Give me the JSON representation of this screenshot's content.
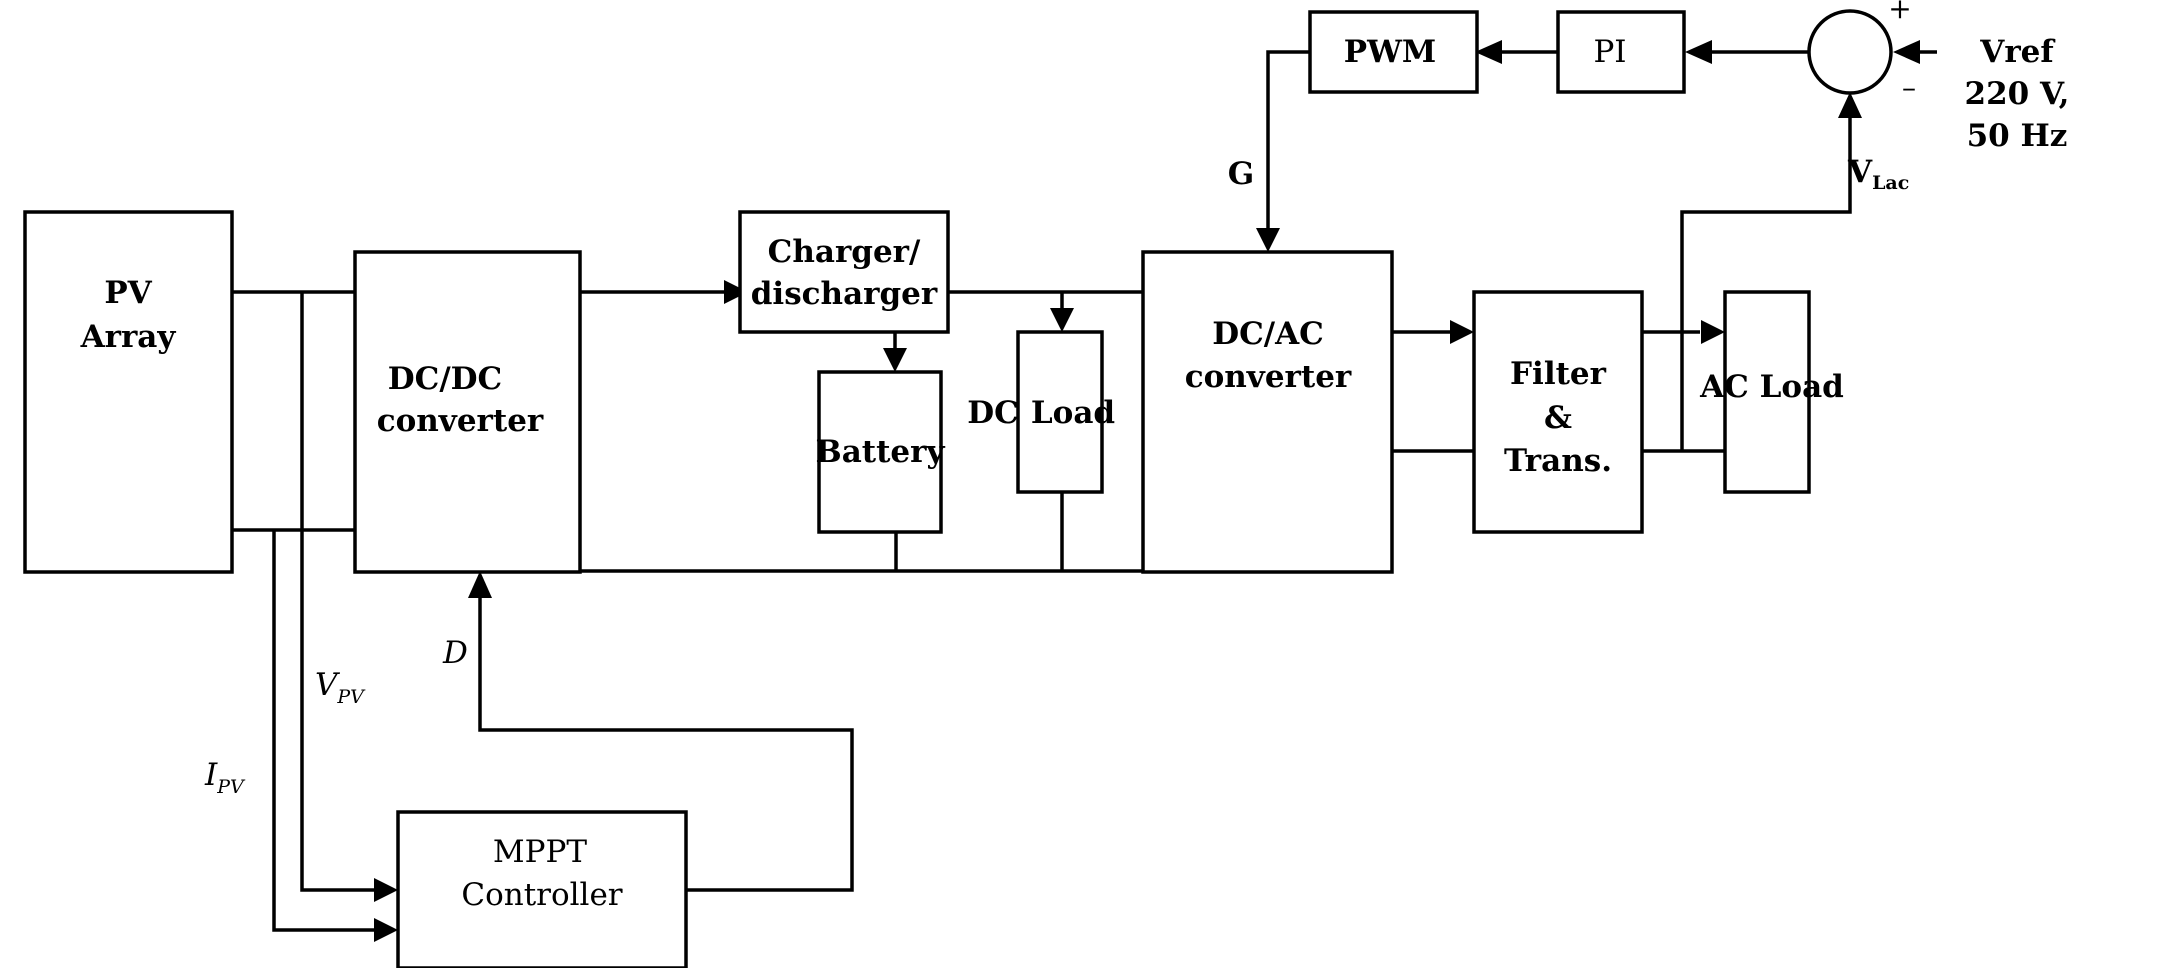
{
  "blocks": {
    "pv_array": [
      "PV",
      "Array"
    ],
    "dcdc": [
      "DC/DC",
      "converter"
    ],
    "charger": [
      "Charger/",
      "discharger"
    ],
    "battery": "Battery",
    "dc_load": [
      "DC",
      "Load"
    ],
    "dcac": [
      "DC/AC",
      "converter"
    ],
    "filter": [
      "Filter",
      "&",
      "Trans."
    ],
    "ac_load": "AC Load",
    "pwm": "PWM",
    "pi": "PI",
    "mppt": [
      "MPPT",
      "Controller"
    ]
  },
  "signals": {
    "gate": "G",
    "duty": "D",
    "vpv": {
      "main": "V",
      "sub": "PV"
    },
    "ipv": {
      "main": "I",
      "sub": "PV"
    },
    "vlac": {
      "main": "V",
      "sub": "Lac"
    },
    "vref": [
      "Vref",
      "220 V,",
      "50 Hz"
    ]
  },
  "summing_junction": {
    "plus": "+",
    "minus": "–"
  }
}
